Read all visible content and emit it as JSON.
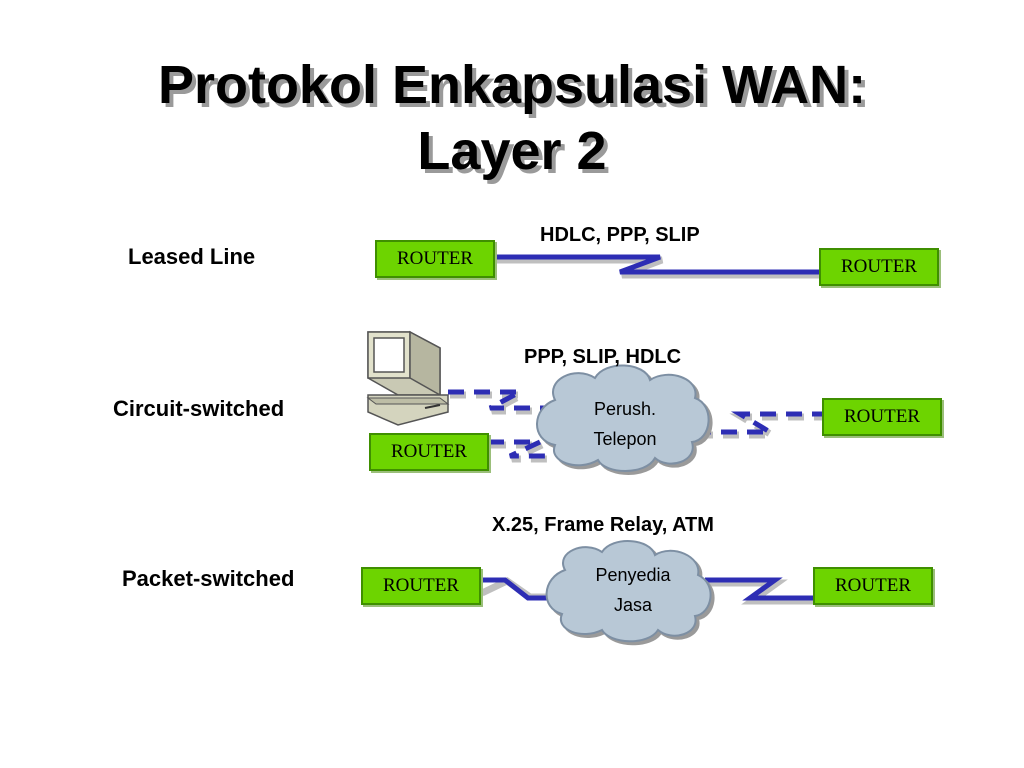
{
  "title": {
    "line1": "Protokol Enkapsulasi WAN:",
    "line2": "Layer 2"
  },
  "rows": {
    "leased": {
      "label": "Leased Line",
      "protocols": "HDLC, PPP, SLIP",
      "router_left": "ROUTER",
      "router_right": "ROUTER"
    },
    "circuit": {
      "label": "Circuit-switched",
      "protocols": "PPP, SLIP, HDLC",
      "router_left": "ROUTER",
      "router_right": "ROUTER",
      "cloud_line1": "Perush.",
      "cloud_line2": "Telepon",
      "device": "computer-icon"
    },
    "packet": {
      "label": "Packet-switched",
      "protocols": "X.25, Frame Relay, ATM",
      "router_left": "ROUTER",
      "router_right": "ROUTER",
      "cloud_line1": "Penyedia",
      "cloud_line2": "Jasa"
    }
  },
  "colors": {
    "router_fill": "#6dd400",
    "link_blue": "#2d2db4",
    "cloud_fill": "#b8c8d6"
  }
}
